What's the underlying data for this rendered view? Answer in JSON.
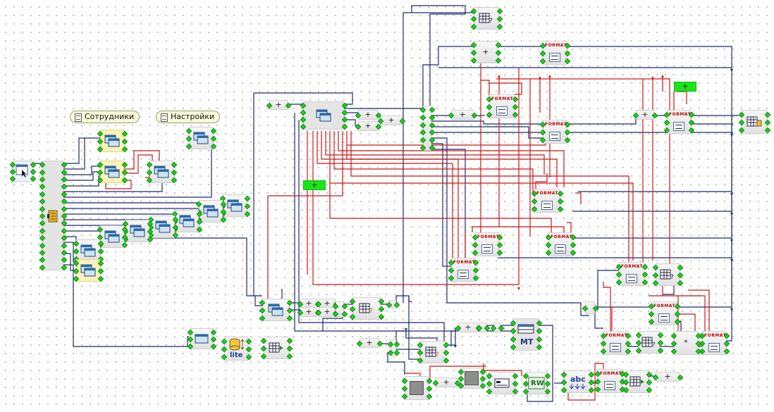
{
  "labels": {
    "employees": "Сотрудники",
    "settings": "Настройки"
  },
  "node_captions": {
    "format": "FORMAT",
    "plus": "+",
    "multiply": "*",
    "lite": "lite",
    "mt": "MT",
    "rw": "RW",
    "abc": "abc",
    "query_mark": "?"
  },
  "colors": {
    "wire_blue": "#1a2a6a",
    "wire_red": "#c81818",
    "pin_green": "#22d022",
    "highlight_yellow": "#fbf3b8",
    "green_block": "#19e619"
  },
  "icons": [
    "form-cursor-icon",
    "window-icon",
    "table-icon",
    "database-icon",
    "format-icon",
    "text-field-icon",
    "rw-icon",
    "abc-icon",
    "mt-icon"
  ]
}
